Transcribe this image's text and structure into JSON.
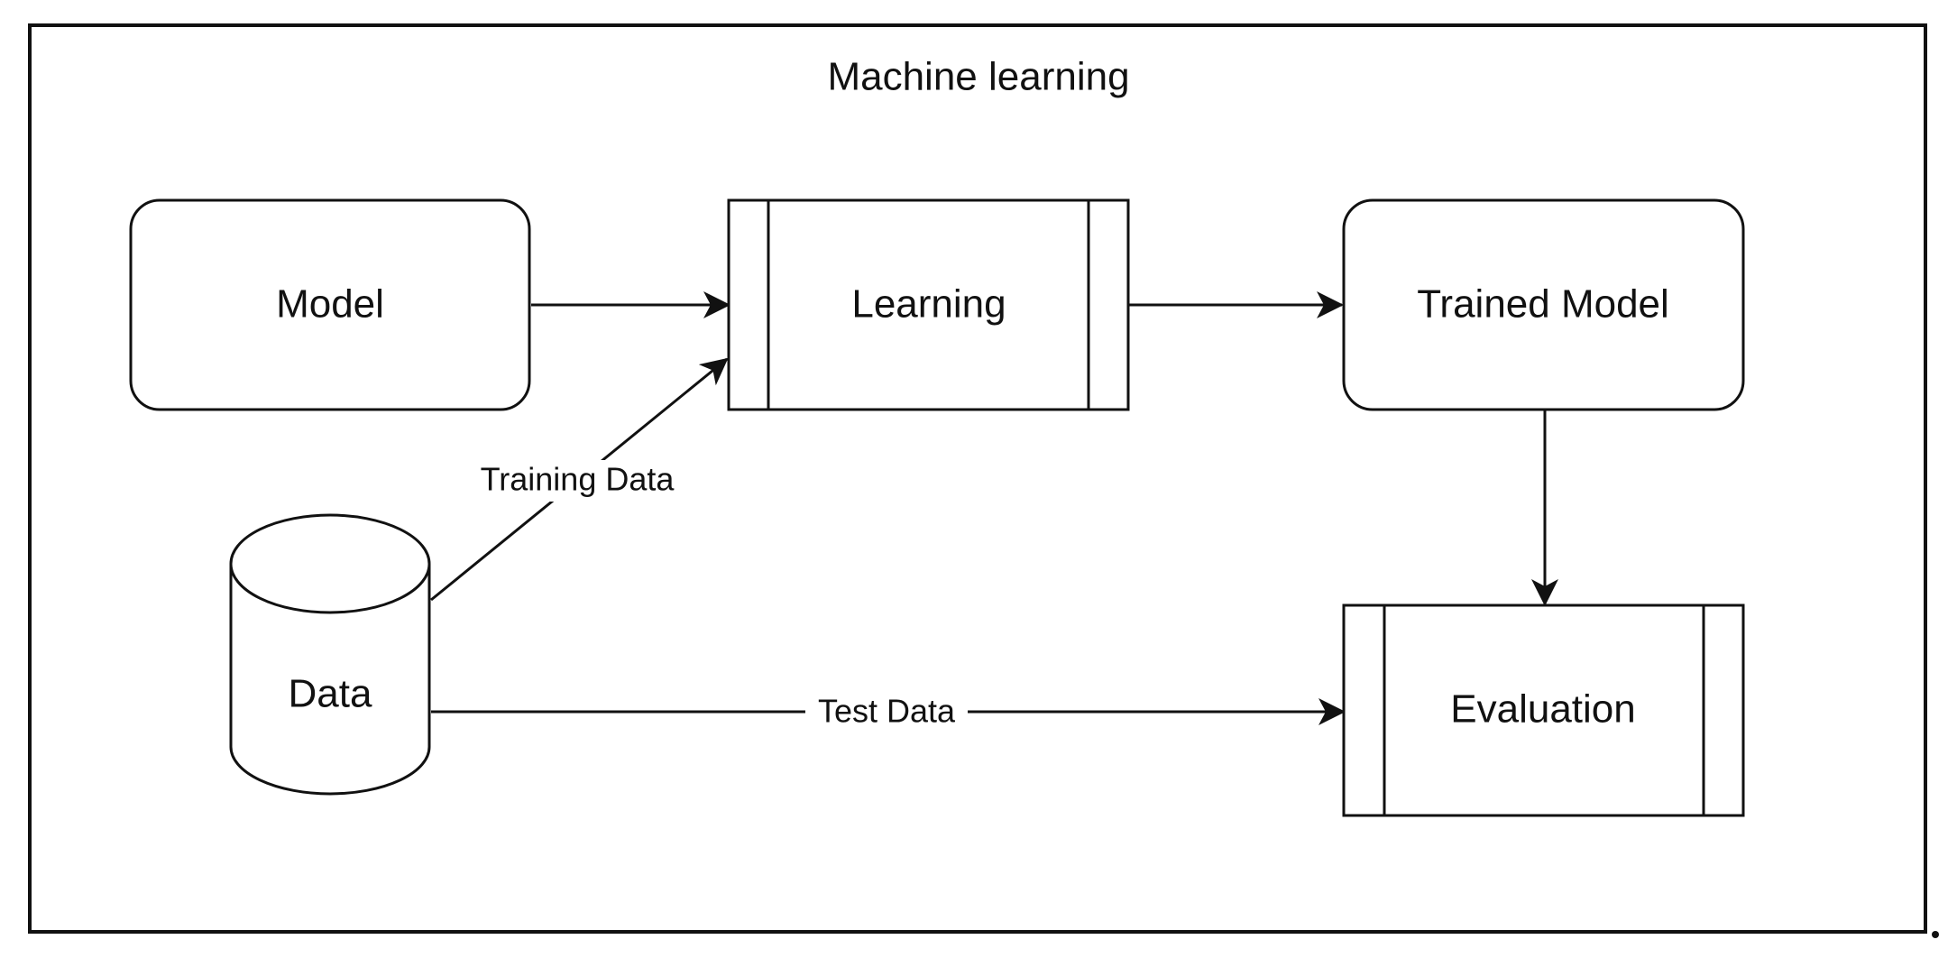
{
  "diagram": {
    "title": "Machine learning",
    "nodes": {
      "model": "Model",
      "learning": "Learning",
      "trained_model": "Trained Model",
      "data": "Data",
      "evaluation": "Evaluation"
    },
    "edges": {
      "training_data": "Training Data",
      "test_data": "Test Data"
    }
  }
}
